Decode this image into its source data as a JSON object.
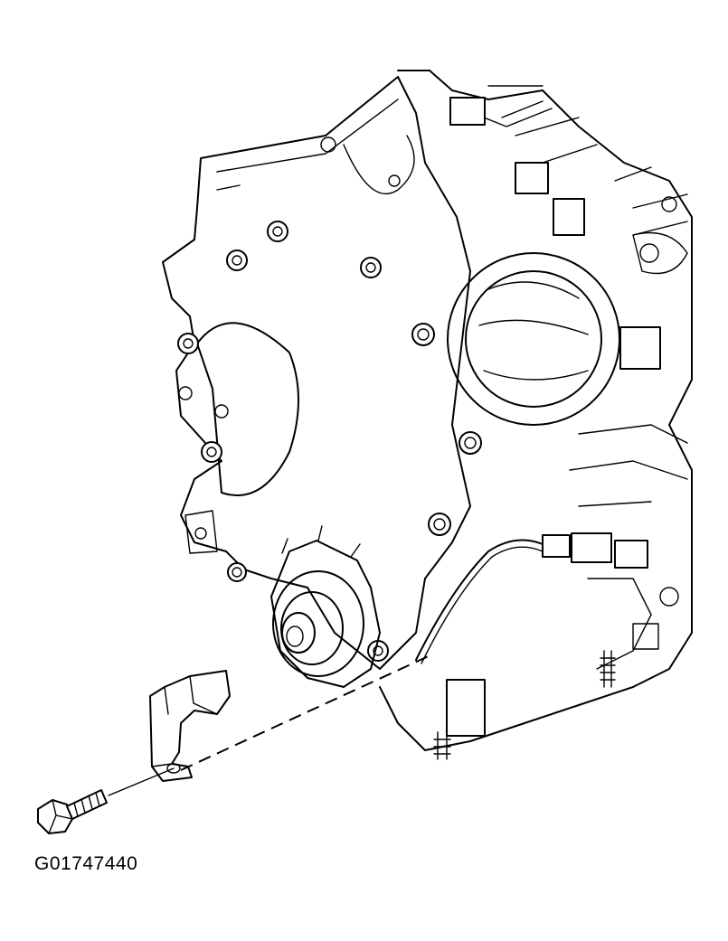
{
  "figure": {
    "caption": "G01747440"
  },
  "colors": {
    "ink": "#000000",
    "paper": "#ffffff"
  },
  "parts": {
    "engine_block": "engine-front-cover-illustration",
    "sensor": "crankshaft-position-sensor",
    "bolt": "sensor-retaining-bolt",
    "connector": "sensor-wire-connector"
  }
}
